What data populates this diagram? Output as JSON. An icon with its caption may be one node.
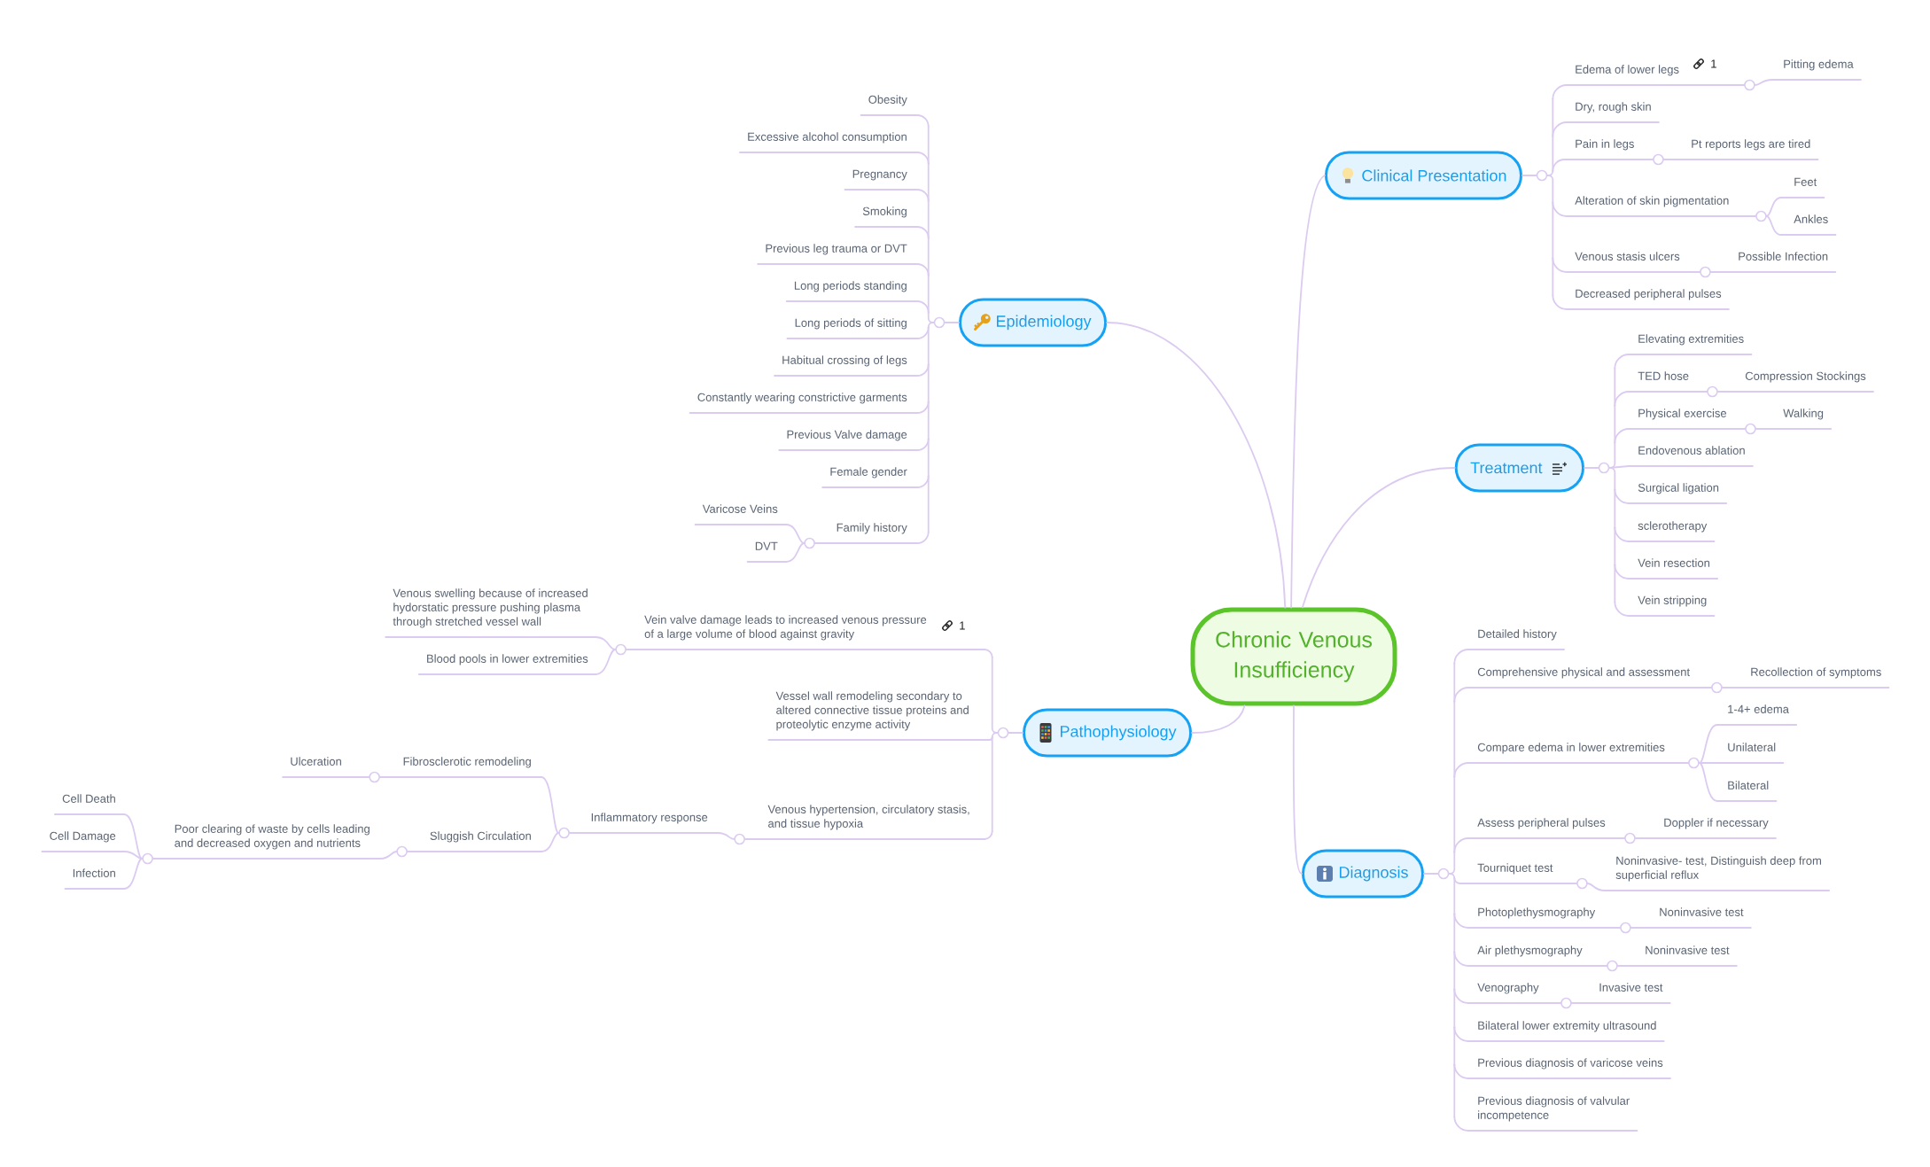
{
  "diagram": {
    "nodes": [
      {
        "text": [
          "Chronic Venous Insufficiency"
        ]
      },
      {
        "text": [
          "Clinical Presentation"
        ]
      },
      {
        "text": [
          "Edema of lower legs",
          "1"
        ]
      },
      {
        "text": [
          "Pitting edema"
        ]
      },
      {
        "text": [
          "Dry, rough skin"
        ]
      },
      {
        "text": [
          "Pain in legs"
        ]
      },
      {
        "text": [
          "Pt reports legs are tired"
        ]
      },
      {
        "text": [
          "Alteration of skin pigmentation"
        ]
      },
      {
        "text": [
          "Feet"
        ]
      },
      {
        "text": [
          "Ankles"
        ]
      },
      {
        "text": [
          "Venous stasis ulcers"
        ]
      },
      {
        "text": [
          "Possible Infection"
        ]
      },
      {
        "text": [
          "Decreased peripheral pulses"
        ]
      },
      {
        "text": [
          "Treatment"
        ]
      },
      {
        "text": [
          "Elevating extremities"
        ]
      },
      {
        "text": [
          "TED hose"
        ]
      },
      {
        "text": [
          "Compression Stockings"
        ]
      },
      {
        "text": [
          "Physical exercise"
        ]
      },
      {
        "text": [
          "Walking"
        ]
      },
      {
        "text": [
          "Endovenous ablation"
        ]
      },
      {
        "text": [
          "Surgical ligation"
        ]
      },
      {
        "text": [
          "sclerotherapy"
        ]
      },
      {
        "text": [
          "Vein resection"
        ]
      },
      {
        "text": [
          "Vein stripping"
        ]
      },
      {
        "text": [
          "Diagnosis"
        ]
      },
      {
        "text": [
          "Detailed history"
        ]
      },
      {
        "text": [
          "Comprehensive physical and assessment"
        ]
      },
      {
        "text": [
          "Recollection of symptoms"
        ]
      },
      {
        "text": [
          "Compare edema in lower extremities"
        ]
      },
      {
        "text": [
          "1-4+ edema"
        ]
      },
      {
        "text": [
          "Unilateral"
        ]
      },
      {
        "text": [
          "Bilateral"
        ]
      },
      {
        "text": [
          "Assess peripheral pulses"
        ]
      },
      {
        "text": [
          "Doppler if necessary"
        ]
      },
      {
        "text": [
          "Tourniquet test"
        ]
      },
      {
        "text": [
          "Noninvasive- test, Distinguish deep from superficial reflux"
        ]
      },
      {
        "text": [
          "Photoplethysmography"
        ]
      },
      {
        "text": [
          "Noninvasive test"
        ]
      },
      {
        "text": [
          "Air plethysmography"
        ]
      },
      {
        "text": [
          "Noninvasive test"
        ]
      },
      {
        "text": [
          "Venography"
        ]
      },
      {
        "text": [
          "Invasive test"
        ]
      },
      {
        "text": [
          "Bilateral lower extremity ultrasound"
        ]
      },
      {
        "text": [
          "Previous diagnosis of varicose veins"
        ]
      },
      {
        "text": [
          "Previous diagnosis of valvular incompetence"
        ]
      },
      {
        "text": [
          "Pathophysiology"
        ]
      },
      {
        "text": [
          "Vein valve damage leads to increased venous pressure of a large volume of blood against gravity",
          "1"
        ]
      },
      {
        "text": [
          "Venous swelling because of increased hydorstatic pressure pushing plasma through stretched vessel wall"
        ]
      },
      {
        "text": [
          "Blood pools in lower extremities"
        ]
      },
      {
        "text": [
          "Vessel wall remodeling secondary to altered connective tissue proteins and proteolytic enzyme activity"
        ]
      },
      {
        "text": [
          "Venous hypertension, circulatory stasis, and tissue hypoxia"
        ]
      },
      {
        "text": [
          "Inflammatory response"
        ]
      },
      {
        "text": [
          "Fibrosclerotic remodeling"
        ]
      },
      {
        "text": [
          "Ulceration"
        ]
      },
      {
        "text": [
          "Sluggish Circulation"
        ]
      },
      {
        "text": [
          "Poor clearing of waste by cells leading and decreased oxygen and nutrients"
        ]
      },
      {
        "text": [
          "Cell Death"
        ]
      },
      {
        "text": [
          "Cell Damage"
        ]
      },
      {
        "text": [
          "Infection"
        ]
      },
      {
        "text": [
          "Epidemiology"
        ]
      },
      {
        "text": [
          "Obesity"
        ]
      },
      {
        "text": [
          "Excessive alcohol consumption"
        ]
      },
      {
        "text": [
          "Pregnancy"
        ]
      },
      {
        "text": [
          "Smoking"
        ]
      },
      {
        "text": [
          "Previous leg trauma or DVT"
        ]
      },
      {
        "text": [
          "Long periods standing"
        ]
      },
      {
        "text": [
          "Long periods of sitting"
        ]
      },
      {
        "text": [
          "Habitual crossing of legs"
        ]
      },
      {
        "text": [
          "Constantly wearing constrictive garments"
        ]
      },
      {
        "text": [
          "Previous Valve damage"
        ]
      },
      {
        "text": [
          "Female gender"
        ]
      },
      {
        "text": [
          "Family history"
        ]
      },
      {
        "text": [
          "Varicose Veins"
        ]
      },
      {
        "text": [
          "DVT"
        ]
      }
    ],
    "edges": [
      {
        "from": 0,
        "to": 1,
        "arrow": "none"
      },
      {
        "from": 0,
        "to": 13,
        "arrow": "none"
      },
      {
        "from": 0,
        "to": 24,
        "arrow": "none"
      },
      {
        "from": 0,
        "to": 45,
        "arrow": "none"
      },
      {
        "from": 0,
        "to": 59,
        "arrow": "none"
      },
      {
        "from": 1,
        "to": 2,
        "arrow": "none"
      },
      {
        "from": 2,
        "to": 3,
        "arrow": "none"
      },
      {
        "from": 1,
        "to": 4,
        "arrow": "none"
      },
      {
        "from": 1,
        "to": 5,
        "arrow": "none"
      },
      {
        "from": 5,
        "to": 6,
        "arrow": "none"
      },
      {
        "from": 1,
        "to": 7,
        "arrow": "none"
      },
      {
        "from": 7,
        "to": 8,
        "arrow": "none"
      },
      {
        "from": 7,
        "to": 9,
        "arrow": "none"
      },
      {
        "from": 1,
        "to": 10,
        "arrow": "none"
      },
      {
        "from": 10,
        "to": 11,
        "arrow": "none"
      },
      {
        "from": 1,
        "to": 12,
        "arrow": "none"
      },
      {
        "from": 13,
        "to": 14,
        "arrow": "none"
      },
      {
        "from": 13,
        "to": 15,
        "arrow": "none"
      },
      {
        "from": 15,
        "to": 16,
        "arrow": "none"
      },
      {
        "from": 13,
        "to": 17,
        "arrow": "none"
      },
      {
        "from": 17,
        "to": 18,
        "arrow": "none"
      },
      {
        "from": 13,
        "to": 19,
        "arrow": "none"
      },
      {
        "from": 13,
        "to": 20,
        "arrow": "none"
      },
      {
        "from": 13,
        "to": 21,
        "arrow": "none"
      },
      {
        "from": 13,
        "to": 22,
        "arrow": "none"
      },
      {
        "from": 13,
        "to": 23,
        "arrow": "none"
      },
      {
        "from": 24,
        "to": 25,
        "arrow": "none"
      },
      {
        "from": 24,
        "to": 26,
        "arrow": "none"
      },
      {
        "from": 26,
        "to": 27,
        "arrow": "none"
      },
      {
        "from": 24,
        "to": 28,
        "arrow": "none"
      },
      {
        "from": 28,
        "to": 29,
        "arrow": "none"
      },
      {
        "from": 28,
        "to": 30,
        "arrow": "none"
      },
      {
        "from": 28,
        "to": 31,
        "arrow": "none"
      },
      {
        "from": 24,
        "to": 32,
        "arrow": "none"
      },
      {
        "from": 32,
        "to": 33,
        "arrow": "none"
      },
      {
        "from": 24,
        "to": 34,
        "arrow": "none"
      },
      {
        "from": 34,
        "to": 35,
        "arrow": "none"
      },
      {
        "from": 24,
        "to": 36,
        "arrow": "none"
      },
      {
        "from": 36,
        "to": 37,
        "arrow": "none"
      },
      {
        "from": 24,
        "to": 38,
        "arrow": "none"
      },
      {
        "from": 38,
        "to": 39,
        "arrow": "none"
      },
      {
        "from": 24,
        "to": 40,
        "arrow": "none"
      },
      {
        "from": 40,
        "to": 41,
        "arrow": "none"
      },
      {
        "from": 24,
        "to": 42,
        "arrow": "none"
      },
      {
        "from": 24,
        "to": 43,
        "arrow": "none"
      },
      {
        "from": 24,
        "to": 44,
        "arrow": "none"
      },
      {
        "from": 45,
        "to": 46,
        "arrow": "none"
      },
      {
        "from": 46,
        "to": 47,
        "arrow": "none"
      },
      {
        "from": 46,
        "to": 48,
        "arrow": "none"
      },
      {
        "from": 45,
        "to": 49,
        "arrow": "none"
      },
      {
        "from": 45,
        "to": 50,
        "arrow": "none"
      },
      {
        "from": 50,
        "to": 51,
        "arrow": "none"
      },
      {
        "from": 51,
        "to": 52,
        "arrow": "none"
      },
      {
        "from": 52,
        "to": 53,
        "arrow": "none"
      },
      {
        "from": 51,
        "to": 54,
        "arrow": "none"
      },
      {
        "from": 54,
        "to": 55,
        "arrow": "none"
      },
      {
        "from": 55,
        "to": 56,
        "arrow": "none"
      },
      {
        "from": 55,
        "to": 57,
        "arrow": "none"
      },
      {
        "from": 55,
        "to": 58,
        "arrow": "none"
      },
      {
        "from": 59,
        "to": 60,
        "arrow": "none"
      },
      {
        "from": 59,
        "to": 61,
        "arrow": "none"
      },
      {
        "from": 59,
        "to": 62,
        "arrow": "none"
      },
      {
        "from": 59,
        "to": 63,
        "arrow": "none"
      },
      {
        "from": 59,
        "to": 64,
        "arrow": "none"
      },
      {
        "from": 59,
        "to": 65,
        "arrow": "none"
      },
      {
        "from": 59,
        "to": 66,
        "arrow": "none"
      },
      {
        "from": 59,
        "to": 67,
        "arrow": "none"
      },
      {
        "from": 59,
        "to": 68,
        "arrow": "none"
      },
      {
        "from": 59,
        "to": 69,
        "arrow": "none"
      },
      {
        "from": 59,
        "to": 70,
        "arrow": "none"
      },
      {
        "from": 59,
        "to": 71,
        "arrow": "none"
      },
      {
        "from": 71,
        "to": 72,
        "arrow": "none"
      },
      {
        "from": 71,
        "to": 73,
        "arrow": "none"
      }
    ]
  }
}
